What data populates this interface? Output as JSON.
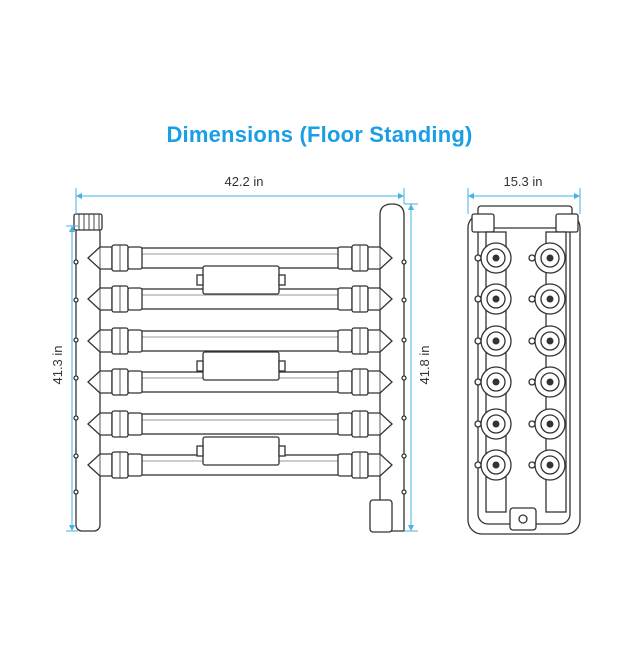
{
  "title": "Dimensions (Floor Standing)",
  "dimensions": {
    "front_width": "42.2 in",
    "front_left_height": "41.3 in",
    "front_right_height": "41.8 in",
    "side_width": "15.3 in"
  },
  "colors": {
    "title": "#1a9ee5",
    "dimension_line": "#46b2e8",
    "outline": "#333333",
    "fill": "#ffffff"
  }
}
